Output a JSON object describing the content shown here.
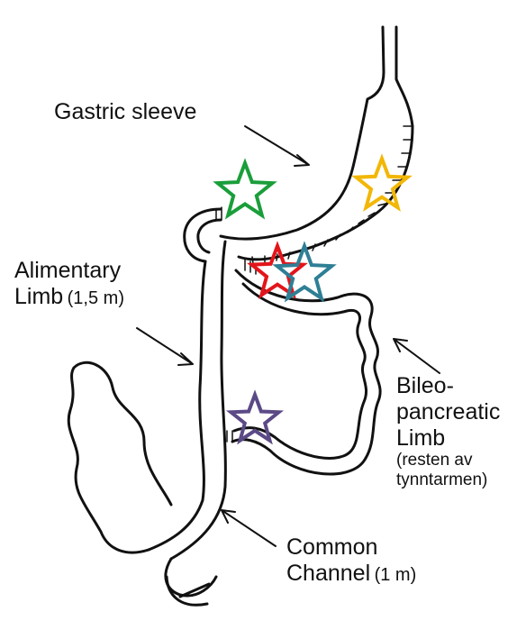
{
  "labels": {
    "gastric_sleeve": "Gastric sleeve",
    "alimentary": {
      "line1": "Alimentary",
      "line2": "Limb",
      "measure": "(1,5 m)"
    },
    "bileo": {
      "line1": "Bileo-",
      "line2": "pancreatic",
      "line3": "Limb",
      "line4": "(resten av",
      "line5": "tynntarmen)"
    },
    "common": {
      "line1": "Common",
      "line2": "Channel",
      "measure": "(1 m)"
    }
  },
  "markers": [
    {
      "name": "green-star",
      "color": "#1a9e3a"
    },
    {
      "name": "yellow-star",
      "color": "#f2b705"
    },
    {
      "name": "red-star",
      "color": "#e3151a"
    },
    {
      "name": "blue-star",
      "color": "#2e7f95"
    },
    {
      "name": "purple-star",
      "color": "#5b4a86"
    }
  ]
}
